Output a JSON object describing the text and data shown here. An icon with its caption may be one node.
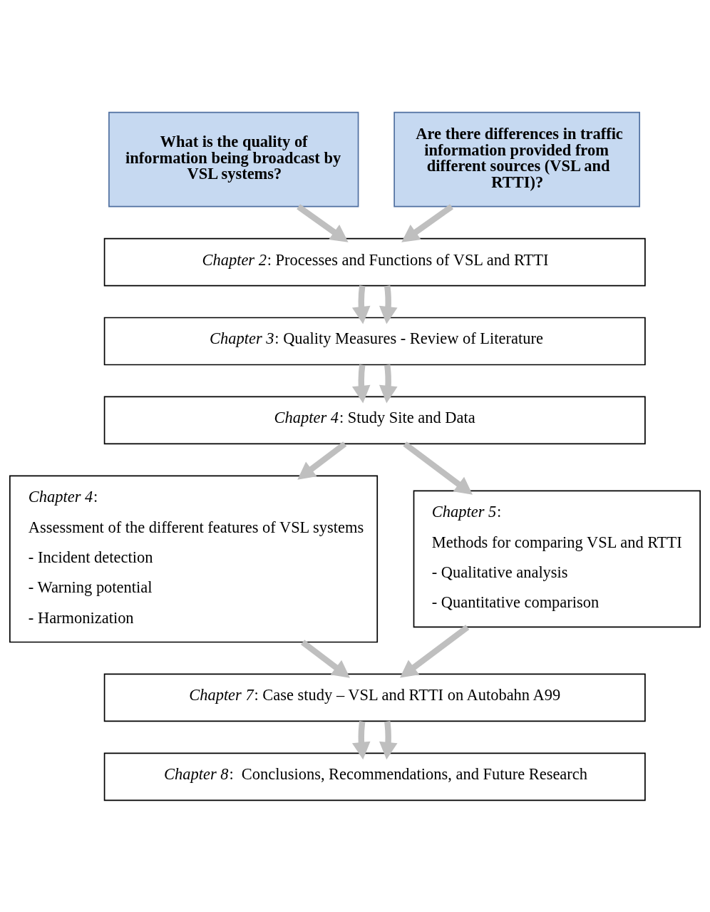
{
  "diagram": {
    "nodes": [
      {
        "text": [
          "What is the quality of information being broadcast by VSL systems?"
        ]
      },
      {
        "text": [
          "Are there differences in traffic information provided from different sources (VSL and RTTI)?"
        ]
      },
      {
        "text": [
          "*Chapter 2*: Processes and Functions of VSL and RTTI"
        ]
      },
      {
        "text": [
          "*Chapter 3*: Quality Measures - Review of Literature"
        ]
      },
      {
        "text": [
          "*Chapter 4*: Study Site and Data"
        ]
      },
      {
        "text": [
          "*Chapter 4*:",
          "Assessment of the different features of VSL systems",
          "- Incident detection",
          "- Warning potential",
          "- Harmonization"
        ]
      },
      {
        "text": [
          "*Chapter 5*:",
          "Methods for comparing VSL and RTTI",
          "- Qualitative analysis",
          "- Quantitative comparison"
        ]
      },
      {
        "text": [
          "*Chapter 7*: Case study – VSL and RTTI on Autobahn A99"
        ]
      },
      {
        "text": [
          "*Chapter 8*:  Conclusions, Recommendations, and Future Research"
        ]
      }
    ],
    "edges": [
      {
        "from": 0,
        "to": 2,
        "arrow": "to"
      },
      {
        "from": 1,
        "to": 2,
        "arrow": "to"
      },
      {
        "from": 2,
        "to": 3,
        "arrow": "to"
      },
      {
        "from": 2,
        "to": 3,
        "arrow": "to"
      },
      {
        "from": 3,
        "to": 4,
        "arrow": "to"
      },
      {
        "from": 3,
        "to": 4,
        "arrow": "to"
      },
      {
        "from": 4,
        "to": 5,
        "arrow": "to"
      },
      {
        "from": 4,
        "to": 6,
        "arrow": "to"
      },
      {
        "from": 5,
        "to": 7,
        "arrow": "to"
      },
      {
        "from": 6,
        "to": 7,
        "arrow": "to"
      },
      {
        "from": 7,
        "to": 8,
        "arrow": "to"
      },
      {
        "from": 7,
        "to": 8,
        "arrow": "to"
      }
    ]
  }
}
